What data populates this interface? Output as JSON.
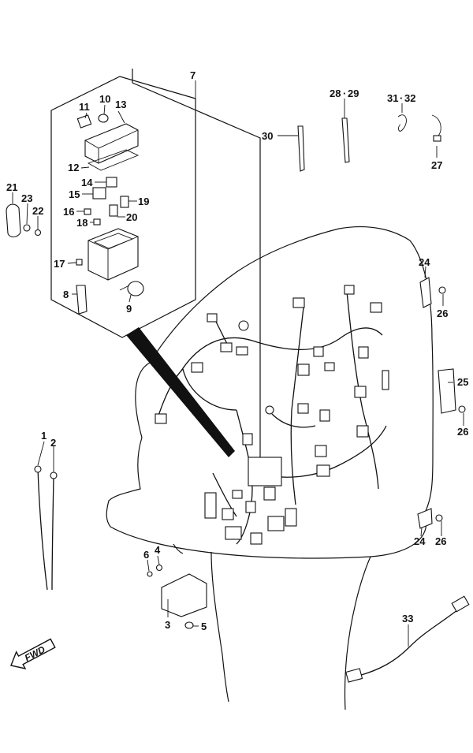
{
  "diagram": {
    "callouts": [
      {
        "id": "c7",
        "text": "7"
      },
      {
        "id": "c10",
        "text": "10"
      },
      {
        "id": "c11",
        "text": "11"
      },
      {
        "id": "c13",
        "text": "13"
      },
      {
        "id": "c12",
        "text": "12"
      },
      {
        "id": "c14",
        "text": "14"
      },
      {
        "id": "c15",
        "text": "15"
      },
      {
        "id": "c19",
        "text": "19"
      },
      {
        "id": "c16",
        "text": "16"
      },
      {
        "id": "c20",
        "text": "20"
      },
      {
        "id": "c18",
        "text": "18"
      },
      {
        "id": "c17",
        "text": "17"
      },
      {
        "id": "c8",
        "text": "8"
      },
      {
        "id": "c9",
        "text": "9"
      },
      {
        "id": "c21",
        "text": "21"
      },
      {
        "id": "c23",
        "text": "23"
      },
      {
        "id": "c22",
        "text": "22"
      },
      {
        "id": "c28",
        "text": "28"
      },
      {
        "id": "c29",
        "text": "29"
      },
      {
        "id": "c30",
        "text": "30"
      },
      {
        "id": "c31",
        "text": "31"
      },
      {
        "id": "c32",
        "text": "32"
      },
      {
        "id": "c27",
        "text": "27"
      },
      {
        "id": "c24a",
        "text": "24"
      },
      {
        "id": "c26a",
        "text": "26"
      },
      {
        "id": "c25",
        "text": "25"
      },
      {
        "id": "c26b",
        "text": "26"
      },
      {
        "id": "c24b",
        "text": "24"
      },
      {
        "id": "c26c",
        "text": "26"
      },
      {
        "id": "c1",
        "text": "1"
      },
      {
        "id": "c2",
        "text": "2"
      },
      {
        "id": "c6",
        "text": "6"
      },
      {
        "id": "c4",
        "text": "4"
      },
      {
        "id": "c3",
        "text": "3"
      },
      {
        "id": "c5",
        "text": "5"
      },
      {
        "id": "c33",
        "text": "33"
      }
    ],
    "fwd_label": "FWD"
  }
}
